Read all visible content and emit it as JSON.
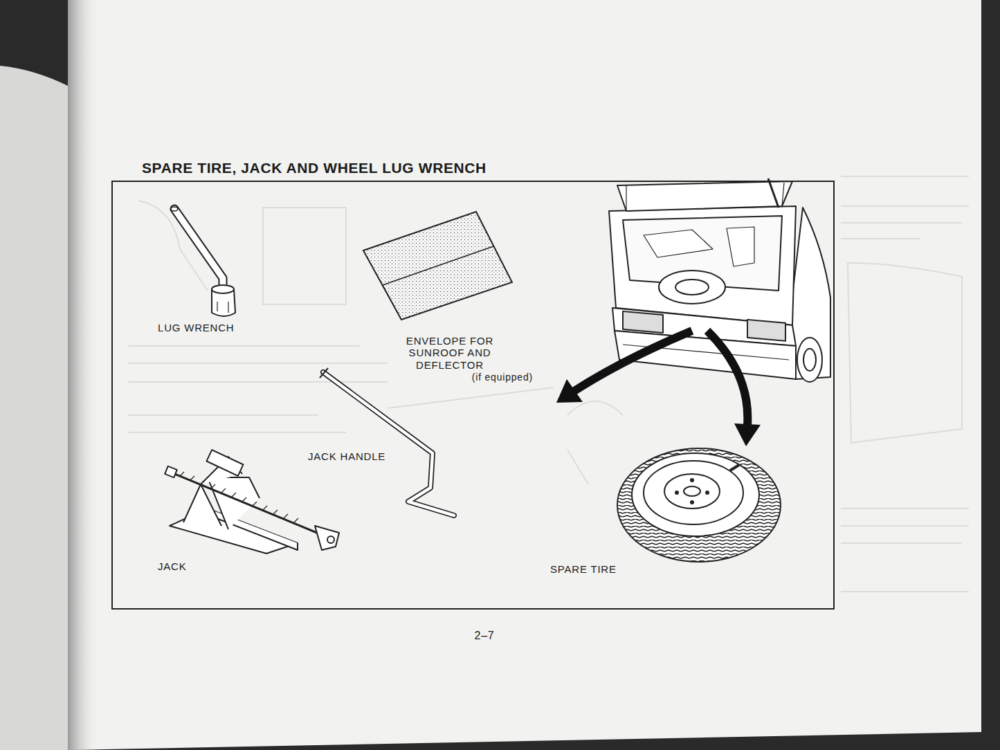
{
  "diagram": {
    "title": "SPARE TIRE, JACK AND WHEEL LUG WRENCH",
    "labels": [
      "LUG WRENCH",
      "ENVELOPE FOR SUNROOF AND DEFLECTOR",
      "(if equipped)",
      "JACK HANDLE",
      "JACK",
      "SPARE TIRE",
      "2–7"
    ]
  }
}
